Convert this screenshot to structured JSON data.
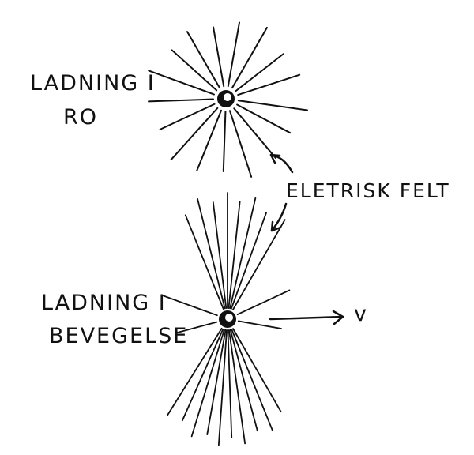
{
  "labels": {
    "rest_line1": "LADNING I",
    "rest_line2": "RO",
    "field": "ELETRISK FELT",
    "moving_line1": "LADNING I",
    "moving_line2": "BEVEGELSE",
    "velocity": "v"
  },
  "colors": {
    "ink": "#111111",
    "background": "#ffffff"
  }
}
